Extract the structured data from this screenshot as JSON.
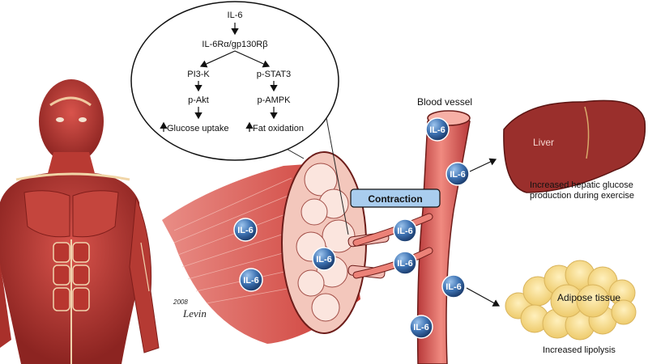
{
  "pathway": {
    "il6": "IL-6",
    "receptor": "IL-6Rα/gp130Rβ",
    "pi3k": "PI3-K",
    "pstat3": "p-STAT3",
    "pakt": "p-Akt",
    "pampk": "p-AMPK",
    "glucose_uptake": "Glucose uptake",
    "fat_oxidation": "Fat oxidation"
  },
  "labels": {
    "blood_vessel": "Blood vessel",
    "contraction": "Contraction",
    "liver": "Liver",
    "liver_caption_1": "Increased hepatic glucose",
    "liver_caption_2": "production during exercise",
    "adipose": "Adipose tissue",
    "adipose_caption": "Increased lipolysis",
    "signature_top": "2008",
    "signature": "Levin",
    "il6_badge": "IL-6"
  },
  "colors": {
    "muscle": "#c8423c",
    "muscle_dark": "#8e2420",
    "vessel": "#e0685f",
    "liver": "#9a2f2c",
    "fat": "#f6dc8f",
    "badge": "#3f74b4",
    "contraction_box": "#a9cdee"
  }
}
